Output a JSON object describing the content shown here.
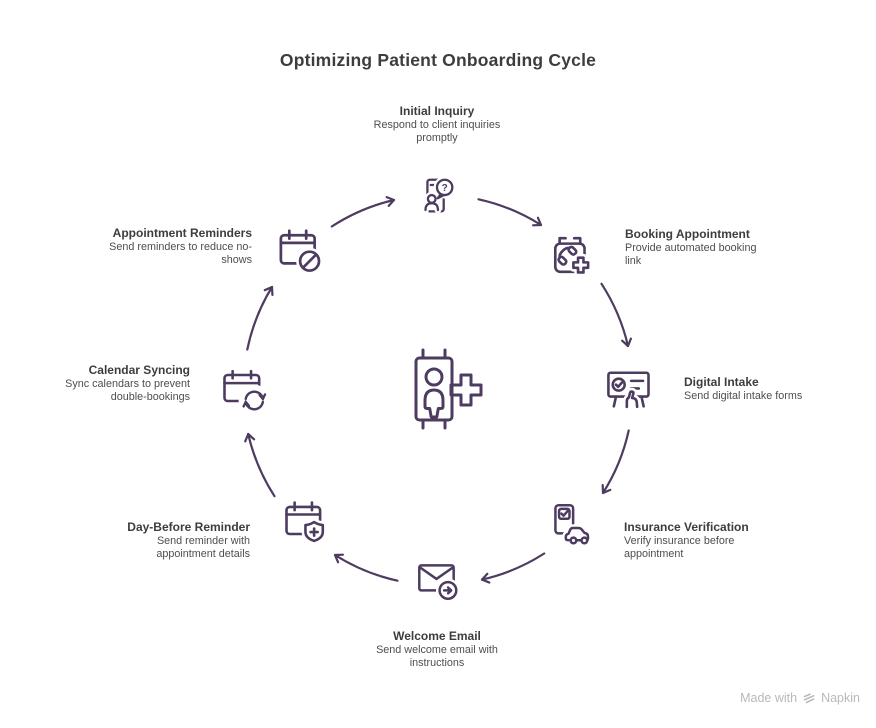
{
  "title": "Optimizing Patient Onboarding Cycle",
  "diagram": {
    "type": "cycle",
    "direction": "clockwise",
    "steps": 8,
    "center_icon": "patient-sign-medical-cross-icon"
  },
  "nodes": [
    {
      "label": "Initial Inquiry",
      "description": "Respond to client inquiries promptly",
      "icon": "phone-person-question-icon"
    },
    {
      "label": "Booking Appointment",
      "description": "Provide automated booking link",
      "icon": "calendar-phone-plus-icon"
    },
    {
      "label": "Digital Intake",
      "description": "Send digital intake forms",
      "icon": "form-check-hand-icon"
    },
    {
      "label": "Insurance Verification",
      "description": "Verify insurance before appointment",
      "icon": "document-check-car-icon"
    },
    {
      "label": "Welcome Email",
      "description": "Send welcome email with instructions",
      "icon": "envelope-send-icon"
    },
    {
      "label": "Day-Before Reminder",
      "description": "Send reminder with appointment details",
      "icon": "calendar-shield-plus-icon"
    },
    {
      "label": "Calendar Syncing",
      "description": "Sync calendars to prevent double-bookings",
      "icon": "calendar-sync-icon"
    },
    {
      "label": "Appointment Reminders",
      "description": "Send reminders to reduce no-shows",
      "icon": "calendar-no-show-icon"
    }
  ],
  "colors": {
    "accent": "#4d3c60",
    "heading": "#3d3d3d",
    "body_text": "#4e4e4e",
    "footer_text": "#b9b9b9",
    "background": "#ffffff"
  },
  "footer": {
    "made_with": "Made with",
    "brand": "Napkin",
    "logo": "napkin-logo-icon"
  }
}
